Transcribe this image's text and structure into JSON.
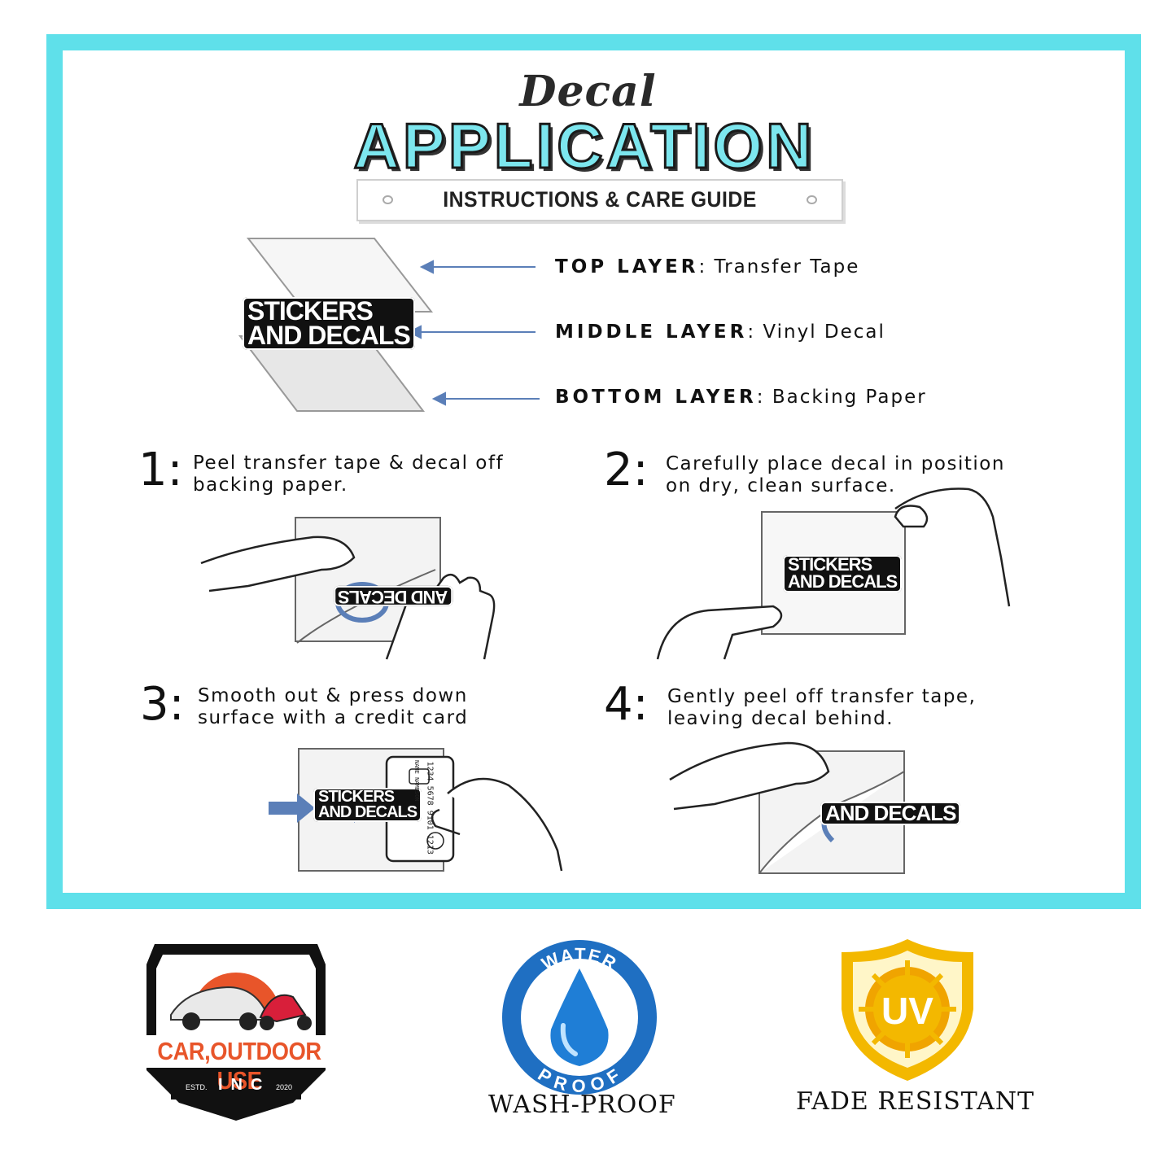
{
  "header": {
    "script_title": "Decal",
    "main_title": "APPLICATION",
    "subtitle": "INSTRUCTIONS & CARE GUIDE"
  },
  "layers": [
    {
      "name": "TOP LAYER",
      "desc": "Transfer Tape"
    },
    {
      "name": "MIDDLE LAYER",
      "desc": "Vinyl Decal"
    },
    {
      "name": "BOTTOM LAYER",
      "desc": "Backing Paper"
    }
  ],
  "sticker_text": {
    "line1": "STICKERS",
    "line2": "AND DECALS"
  },
  "steps": [
    {
      "num": "1:",
      "text": "Peel transfer tape & decal off\nbacking paper."
    },
    {
      "num": "2:",
      "text": "Carefully place decal in position\non dry, clean surface."
    },
    {
      "num": "3:",
      "text": "Smooth out & press down\nsurface with a credit card"
    },
    {
      "num": "4:",
      "text": "Gently peel off transfer tape,\nleaving decal behind."
    }
  ],
  "credit_card": {
    "number": "1234 5678 9101 1213",
    "name": "NAME NAMESON"
  },
  "badges": {
    "car": {
      "text": "CAR,OUTDOOR USE",
      "estd": "ESTD.",
      "inc": "INC",
      "year": "2020",
      "icon": "car-motorcycle-logo-icon"
    },
    "water": {
      "top": "WATER",
      "bottom": "PROOF",
      "label": "WASH-PROOF",
      "icon": "water-drop-icon"
    },
    "uv": {
      "text": "UV",
      "label": "FADE RESISTANT",
      "icon": "uv-shield-icon"
    }
  },
  "colors": {
    "frame": "#5fe0ea",
    "arrow": "#5b7fb8",
    "orange": "#e8552a",
    "water_blue": "#1f6fc2",
    "uv_yellow": "#f3b800"
  }
}
